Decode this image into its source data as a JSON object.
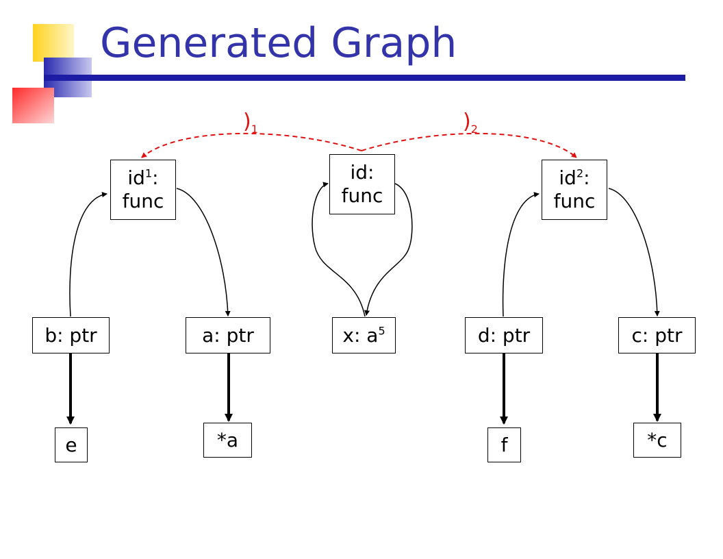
{
  "slide": {
    "title": "Generated Graph"
  },
  "nodes": {
    "id1": {
      "label": "id",
      "sup": "1",
      "tail": ":",
      "line2": "func"
    },
    "id_center": {
      "line1": "id:",
      "line2": "func"
    },
    "id2": {
      "label": "id",
      "sup": "2",
      "tail": ":",
      "line2": "func"
    },
    "b_ptr": {
      "label": "b: ptr"
    },
    "a_ptr": {
      "label": "a: ptr"
    },
    "x_a5": {
      "label": "x: a",
      "sup": "5"
    },
    "d_ptr": {
      "label": "d: ptr"
    },
    "c_ptr": {
      "label": "c: ptr"
    },
    "e": {
      "label": "e"
    },
    "star_a": {
      "label": "*a"
    },
    "f": {
      "label": "f"
    },
    "star_c": {
      "label": "*c"
    }
  },
  "parens": {
    "p1": {
      "symbol": ")",
      "index": "1"
    },
    "p2": {
      "symbol": ")",
      "index": "2"
    }
  },
  "colors": {
    "title": "#3333aa",
    "rule": "#1c1ca4",
    "paren_edge": "#e01010",
    "deco_yellow": "#ffd21f",
    "deco_blue": "#2a2ab0",
    "deco_red": "#ff3333"
  }
}
